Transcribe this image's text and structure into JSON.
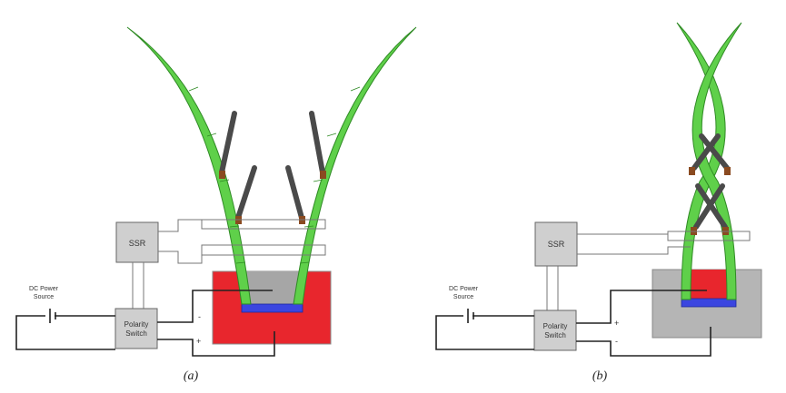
{
  "panels": [
    {
      "id": "a",
      "caption": "(a)",
      "ssr_label": "SSR",
      "dc_label_line1": "DC Power",
      "dc_label_line2": "Source",
      "switch_label_line1": "Polarity",
      "switch_label_line2": "Switch",
      "terminal_top": "-",
      "terminal_bottom": "+",
      "reservoir_color": "#e8262d",
      "inner_color": "#a6a6a6"
    },
    {
      "id": "b",
      "caption": "(b)",
      "ssr_label": "SSR",
      "dc_label_line1": "DC Power",
      "dc_label_line2": "Source",
      "switch_label_line1": "Polarity",
      "switch_label_line2": "Switch",
      "terminal_top": "+",
      "terminal_bottom": "-",
      "reservoir_color": "#b5b5b5",
      "inner_color": "#e8262d"
    }
  ],
  "colors": {
    "finger": "#5fd04a",
    "finger_edge": "#2f8a24",
    "electrode": "#3b46e0",
    "linkage": "#4a4a4a",
    "box": "#cfcfcf",
    "wire": "#222222"
  }
}
